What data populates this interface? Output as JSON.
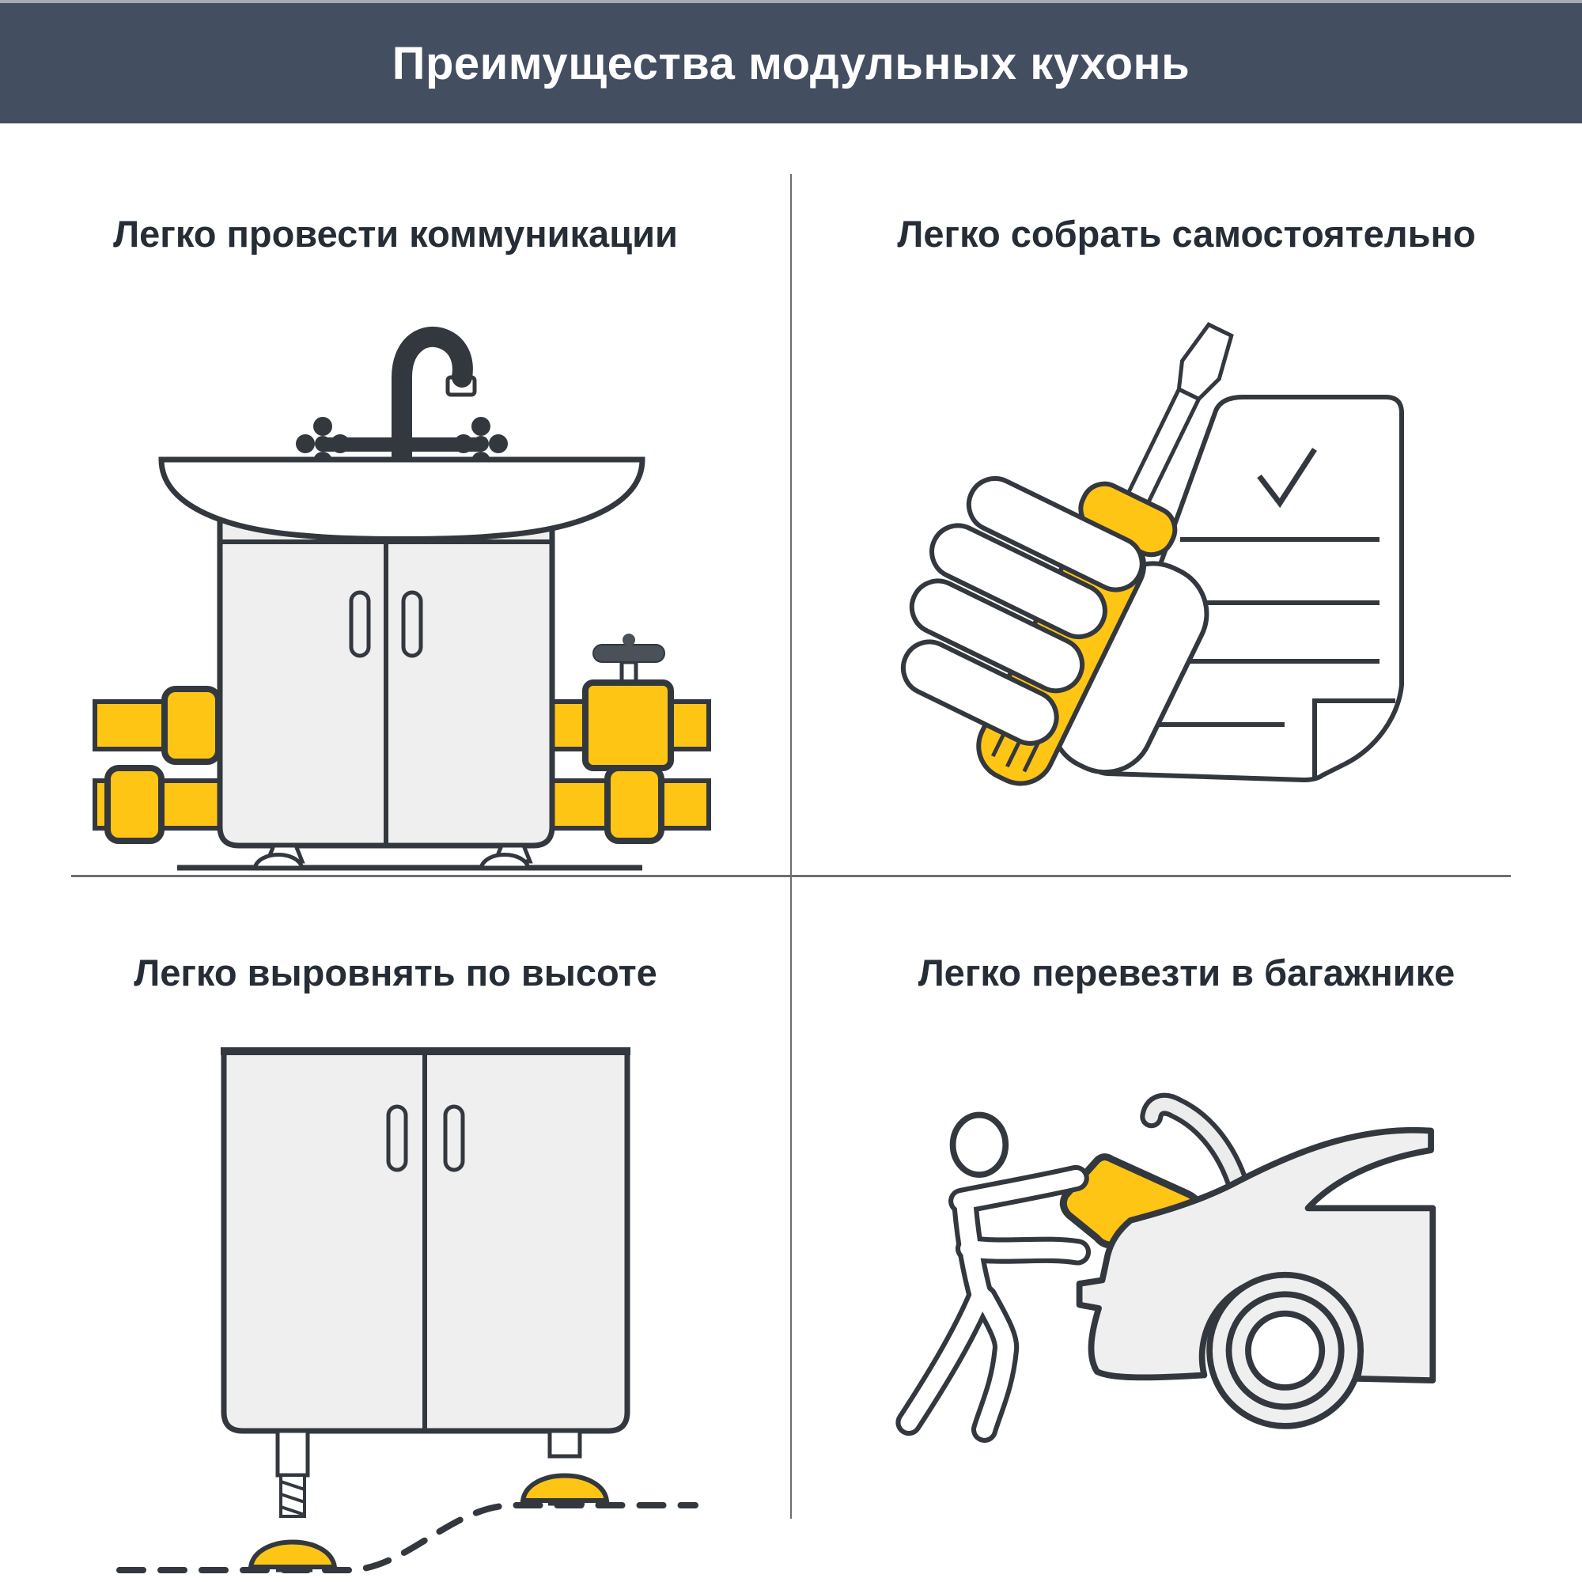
{
  "header": {
    "title": "Преимущества модульных кухонь"
  },
  "panels": [
    {
      "caption": "Легко провести коммуникации",
      "illustration": "sink-cabinet-with-utility-pipes"
    },
    {
      "caption": "Легко собрать самостоятельно",
      "illustration": "hand-holding-screwdriver-with-checklist"
    },
    {
      "caption": "Легко выровнять по высоте",
      "illustration": "cabinet-with-adjustable-feet-on-uneven-floor"
    },
    {
      "caption": "Легко перевезти в багажнике",
      "illustration": "person-loading-box-into-car-trunk"
    }
  ],
  "colors": {
    "header_bg": "#444E61",
    "header_text": "#FFFFFF",
    "caption_text": "#262D36",
    "outline": "#33383F",
    "accent_yellow": "#FFC515",
    "panel_fill": "#EFEFEF",
    "divider": "#6E6E6E",
    "top_strip": "#A6AAB1",
    "background": "#FFFFFF"
  }
}
